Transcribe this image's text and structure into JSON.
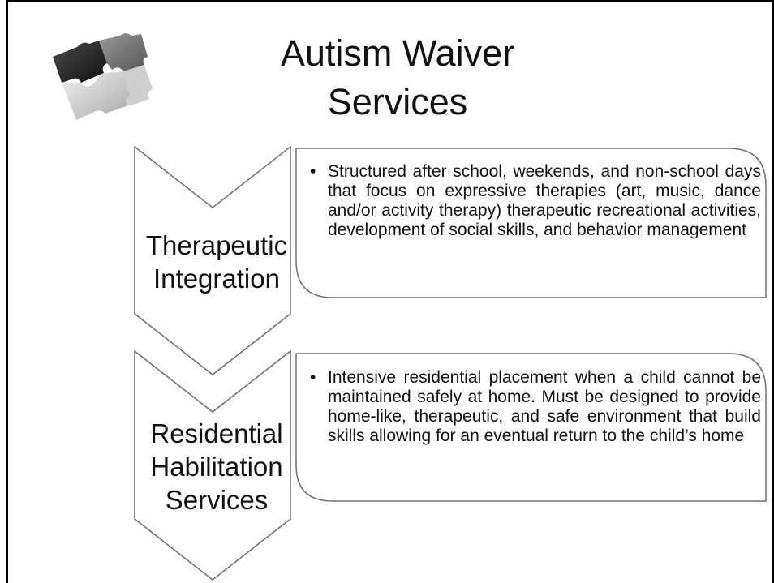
{
  "slide": {
    "title": "Autism Waiver\nServices",
    "logo_icon": "puzzle-pieces-icon"
  },
  "diagram": {
    "items": [
      {
        "label": "Therapeutic\nIntegration",
        "bullet": "•",
        "text": "Structured after school, weekends, and non-school days that focus on expressive therapies (art, music, dance and/or activity therapy) therapeutic recreational activities, development of social skills, and behavior management"
      },
      {
        "label": "Residential\nHabilitation\nServices",
        "bullet": "•",
        "text": "Intensive residential placement when a child cannot be maintained safely at home.  Must be designed to provide home-like, therapeutic, and safe environment that build skills allowing for an eventual return to the child’s home"
      }
    ]
  },
  "colors": {
    "stroke": "#6f6f6f",
    "text": "#111111"
  }
}
